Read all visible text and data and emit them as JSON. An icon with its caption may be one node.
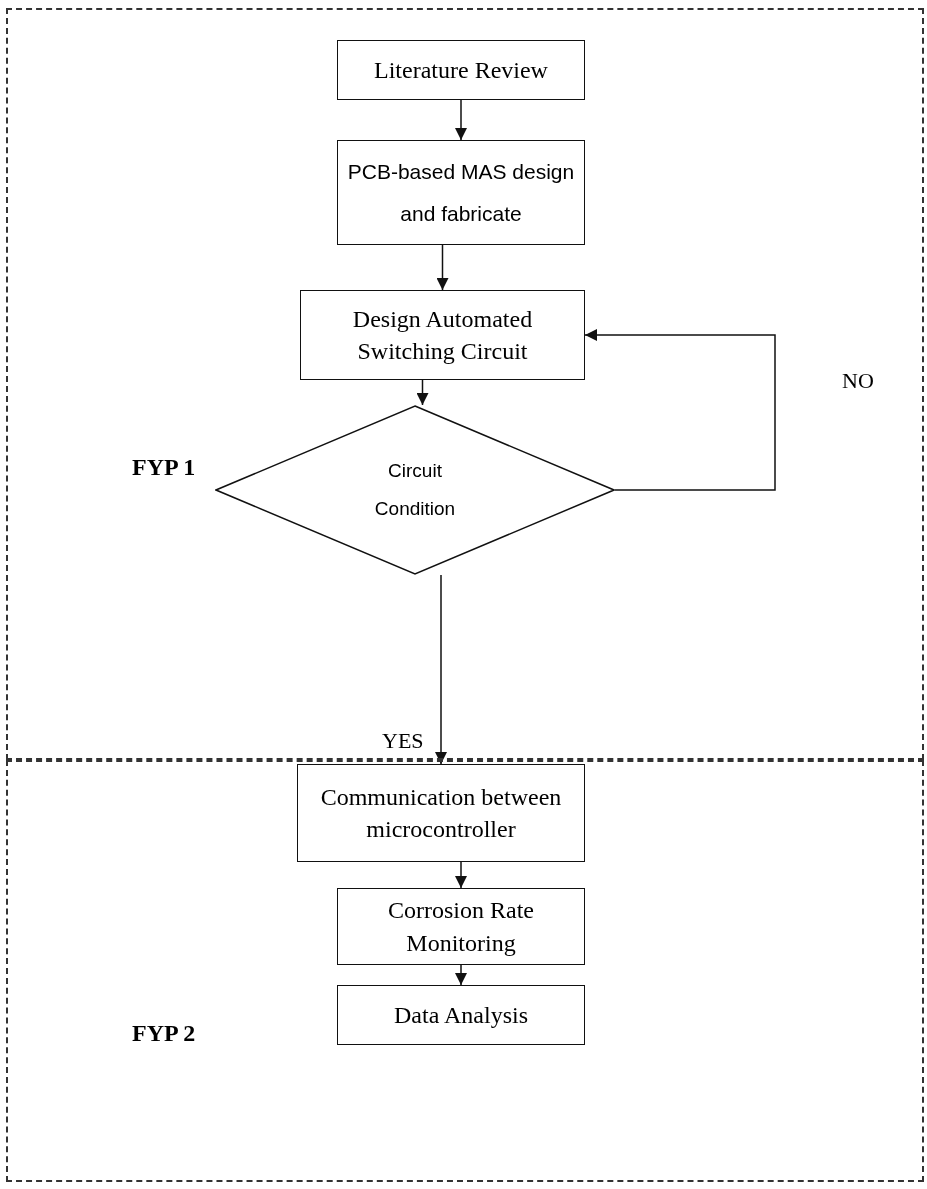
{
  "diagram": {
    "nodes": [
      {
        "text": [
          "FYP 1"
        ]
      },
      {
        "text": [
          "Literature Review"
        ],
        "in": 0
      },
      {
        "text": [
          "PCB-based MAS design and fabricate"
        ],
        "in": 0
      },
      {
        "text": [
          "Design Automated Switching Circuit"
        ],
        "in": 0
      },
      {
        "text": [
          "Circuit Condition"
        ],
        "in": 0
      },
      {
        "text": [
          "FYP 2"
        ]
      },
      {
        "text": [
          "Communication between microcontroller"
        ],
        "in": 5
      },
      {
        "text": [
          "Corrosion Rate Monitoring"
        ],
        "in": 5
      },
      {
        "text": [
          "Data Analysis"
        ],
        "in": 5
      }
    ],
    "edges": [
      {
        "from": 1,
        "to": 2,
        "arrow": "to"
      },
      {
        "from": 2,
        "to": 3,
        "arrow": "to"
      },
      {
        "from": 3,
        "to": 4,
        "arrow": "to"
      },
      {
        "from": 4,
        "to": 3,
        "arrow": "to",
        "label": "NO"
      },
      {
        "from": 4,
        "to": 6,
        "arrow": "to",
        "label": "YES"
      },
      {
        "from": 6,
        "to": 7,
        "arrow": "to"
      },
      {
        "from": 7,
        "to": 8,
        "arrow": "to"
      }
    ]
  }
}
